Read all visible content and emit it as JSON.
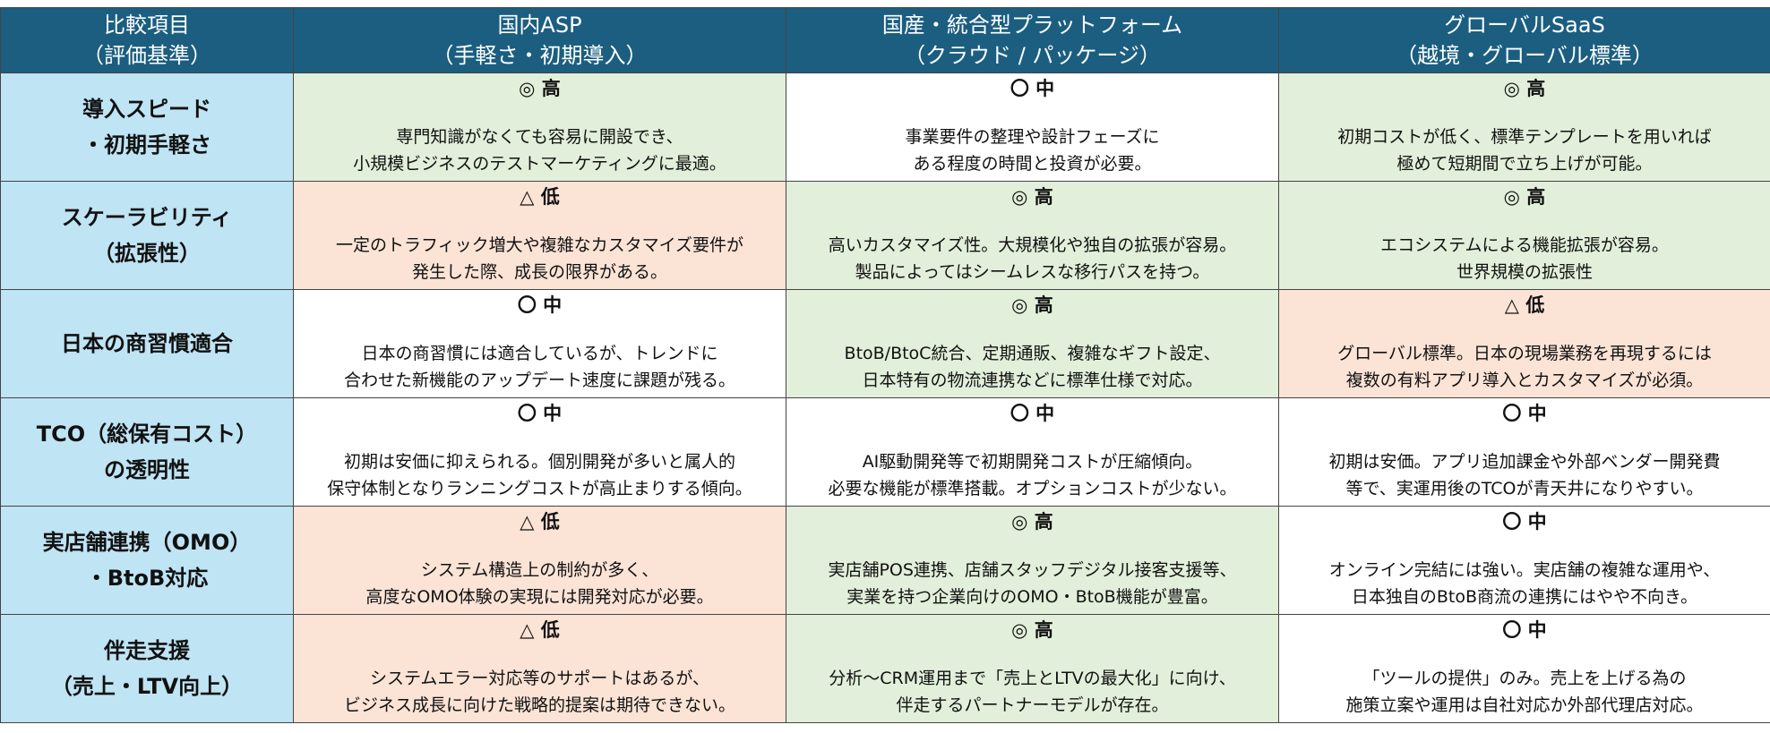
{
  "header": {
    "criteria": [
      "比較項目",
      "（評価基準）"
    ],
    "columns": [
      [
        "国内ASP",
        "（手軽さ・初期導入）"
      ],
      [
        "国産・統合型プラットフォーム",
        "（クラウド / パッケージ）"
      ],
      [
        "グローバルSaaS",
        "（越境・グローバル標準）"
      ]
    ]
  },
  "colors": {
    "header": "#1b5e80",
    "criteria": "#bfe4f4",
    "high": "#e2efda",
    "low": "#fbe3d6",
    "mid": "#ffffff"
  },
  "rows": [
    {
      "criteria": [
        "導入スピード",
        "・初期手軽さ"
      ],
      "cells": [
        {
          "level": "high",
          "rating": "◎ 高",
          "desc": [
            "専門知識がなくても容易に開設でき、",
            "小規模ビジネスのテストマーケティングに最適。"
          ]
        },
        {
          "level": "mid",
          "rating": "〇 中",
          "desc": [
            "事業要件の整理や設計フェーズに",
            "ある程度の時間と投資が必要。"
          ]
        },
        {
          "level": "high",
          "rating": "◎ 高",
          "desc": [
            "初期コストが低く、標準テンプレートを用いれば",
            "極めて短期間で立ち上げが可能。"
          ]
        }
      ]
    },
    {
      "criteria": [
        "スケーラビリティ",
        "（拡張性）"
      ],
      "cells": [
        {
          "level": "low",
          "rating": "△ 低",
          "desc": [
            "一定のトラフィック増大や複雑なカスタマイズ要件が",
            "発生した際、成長の限界がある。"
          ]
        },
        {
          "level": "high",
          "rating": "◎ 高",
          "desc": [
            "高いカスタマイズ性。大規模化や独自の拡張が容易。",
            "製品によってはシームレスな移行パスを持つ。"
          ]
        },
        {
          "level": "high",
          "rating": "◎ 高",
          "desc": [
            "エコシステムによる機能拡張が容易。",
            "世界規模の拡張性"
          ]
        }
      ]
    },
    {
      "criteria": [
        "日本の商習慣適合"
      ],
      "cells": [
        {
          "level": "mid",
          "rating": "〇 中",
          "desc": [
            "日本の商習慣には適合しているが、トレンドに",
            "合わせた新機能のアップデート速度に課題が残る。"
          ]
        },
        {
          "level": "high",
          "rating": "◎ 高",
          "desc": [
            "BtoB/BtoC統合、定期通販、複雑なギフト設定、",
            "日本特有の物流連携などに標準仕様で対応。"
          ]
        },
        {
          "level": "low",
          "rating": "△ 低",
          "desc": [
            "グローバル標準。日本の現場業務を再現するには",
            "複数の有料アプリ導入とカスタマイズが必須。"
          ]
        }
      ]
    },
    {
      "criteria": [
        "TCO（総保有コスト）",
        "の透明性"
      ],
      "cells": [
        {
          "level": "mid",
          "rating": "〇 中",
          "desc": [
            "初期は安価に抑えられる。個別開発が多いと属人的",
            "保守体制となりランニングコストが高止まりする傾向。"
          ]
        },
        {
          "level": "mid",
          "rating": "〇 中",
          "desc": [
            "AI駆動開発等で初期開発コストが圧縮傾向。",
            "必要な機能が標準搭載。オプションコストが少ない。"
          ]
        },
        {
          "level": "mid",
          "rating": "〇 中",
          "desc": [
            "初期は安価。アプリ追加課金や外部ベンダー開発費",
            "等で、実運用後のTCOが青天井になりやすい。"
          ]
        }
      ]
    },
    {
      "criteria": [
        "実店舗連携（OMO）",
        "・BtoB対応"
      ],
      "cells": [
        {
          "level": "low",
          "rating": "△ 低",
          "desc": [
            "システム構造上の制約が多く、",
            "高度なOMO体験の実現には開発対応が必要。"
          ]
        },
        {
          "level": "high",
          "rating": "◎ 高",
          "desc": [
            "実店舗POS連携、店舗スタッフデジタル接客支援等、",
            "実業を持つ企業向けのOMO・BtoB機能が豊富。"
          ]
        },
        {
          "level": "mid",
          "rating": "〇 中",
          "desc": [
            "オンライン完結には強い。実店舗の複雑な運用や、",
            "日本独自のBtoB商流の連携にはやや不向き。"
          ]
        }
      ]
    },
    {
      "criteria": [
        "伴走支援",
        "（売上・LTV向上）"
      ],
      "cells": [
        {
          "level": "low",
          "rating": "△ 低",
          "desc": [
            "システムエラー対応等のサポートはあるが、",
            "ビジネス成長に向けた戦略的提案は期待できない。"
          ]
        },
        {
          "level": "high",
          "rating": "◎ 高",
          "desc": [
            "分析～CRM運用まで「売上とLTVの最大化」に向け、",
            "伴走するパートナーモデルが存在。"
          ]
        },
        {
          "level": "mid",
          "rating": "〇 中",
          "desc": [
            "「ツールの提供」のみ。売上を上げる為の",
            "施策立案や運用は自社対応か外部代理店対応。"
          ]
        }
      ]
    }
  ]
}
